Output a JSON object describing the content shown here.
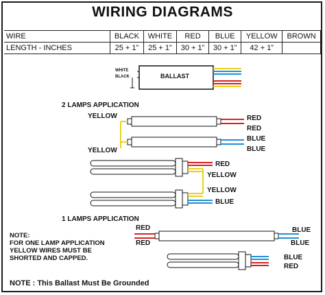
{
  "title": "WIRING DIAGRAMS",
  "table": {
    "row1_label": "WIRE",
    "row2_label": "LENGTH - INCHES",
    "colors": [
      "BLACK",
      "WHITE",
      "RED",
      "BLUE",
      "YELLOW",
      "BROWN"
    ],
    "lengths": [
      "25 + 1”",
      "25 + 1”",
      "30 + 1”",
      "30 + 1”",
      "42 + 1”",
      ""
    ]
  },
  "ballast": {
    "label": "BALLAST",
    "white": "WHITE",
    "black": "BLACK"
  },
  "two_lamp": {
    "heading": "2 LAMPS APPLICATION",
    "yellow_top": "YELLOW",
    "yellow_bottom": "YELLOW",
    "red1": "RED",
    "red2": "RED",
    "blue1": "BLUE",
    "blue2": "BLUE",
    "pl_red": "RED",
    "pl_yellow1": "YELLOW",
    "pl_yellow2": "YELLOW",
    "pl_blue": "BLUE"
  },
  "one_lamp": {
    "heading": "1 LAMPS APPLICATION",
    "red1": "RED",
    "red2": "RED",
    "blue1": "BLUE",
    "blue2": "BLUE",
    "pl_blue": "BLUE",
    "pl_red": "RED"
  },
  "note": {
    "line1": "NOTE:",
    "line2": "FOR ONE LAMP APPLICATION",
    "line3": "YELLOW WIRES MUST BE",
    "line4": "SHORTED AND CAPPED."
  },
  "footer": "NOTE : This Ballast Must Be Grounded",
  "colors": {
    "red": "#d62020",
    "blue": "#1f8fd6",
    "yellow": "#e6d21c",
    "line": "#111111"
  }
}
